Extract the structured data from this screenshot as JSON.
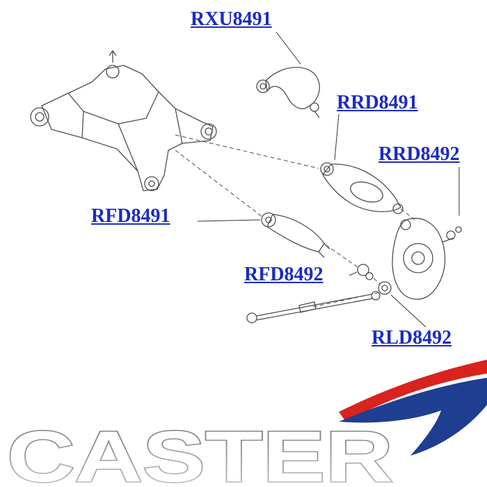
{
  "labels": {
    "rxu8491": "RXU8491",
    "rrd8491": "RRD8491",
    "rrd8492": "RRD8492",
    "rfd8491": "RFD8491",
    "rfd8492": "RFD8492",
    "rld8492": "RLD8492"
  },
  "brand": {
    "name": "CASTER"
  },
  "colors": {
    "label_blue": "#1b2cc1",
    "swoosh_red": "#d8231f",
    "swoosh_blue": "#1e3e92",
    "logo_outline_dark": "#70767c",
    "logo_outline_light": "#c4c8cc",
    "diagram_line": "#4d4d4d",
    "leader_line": "#333333"
  }
}
